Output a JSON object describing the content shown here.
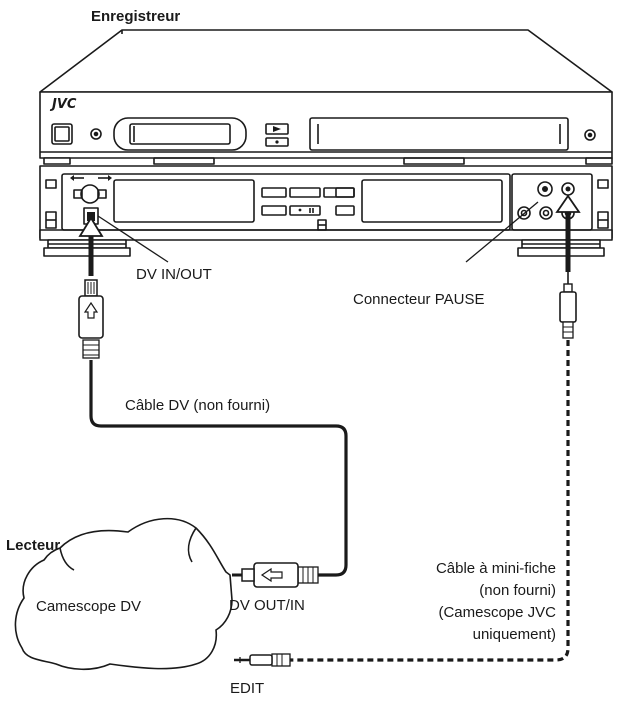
{
  "labels": {
    "recorder": "Enregistreur",
    "brand": "JVC",
    "dv_in_out": "DV IN/OUT",
    "pause_connector": "Connecteur PAUSE",
    "dv_cable": "Câble DV (non fourni)",
    "player": "Lecteur",
    "camcorder": "Camescope DV",
    "dv_out_in": "DV OUT/IN",
    "minijack_cable_lines": [
      "Câble à mini-fiche",
      "(non fourni)",
      "(Camescope JVC",
      "uniquement)"
    ],
    "edit": "EDIT"
  },
  "colors": {
    "ink": "#1a1a1a",
    "paper": "#ffffff",
    "panel": "#f2f2f2"
  }
}
